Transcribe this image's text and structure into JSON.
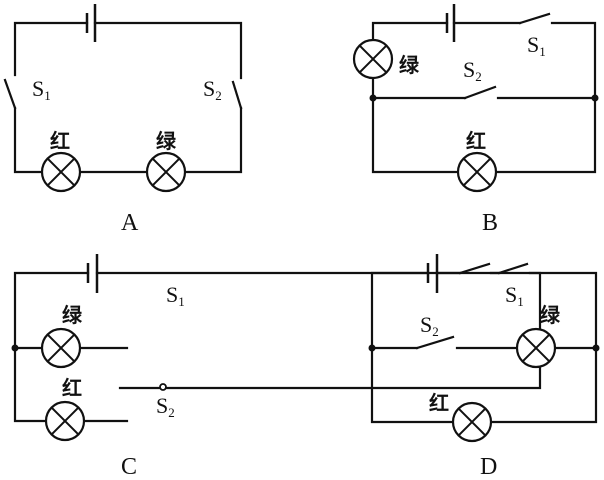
{
  "figure": {
    "description": "Four circuit diagrams with a battery, two switches and a red and green lamp",
    "panels": [
      {
        "id": "A",
        "caption": "A",
        "red_lamp": "红",
        "green_lamp": "绿",
        "switch1": {
          "letter": "S",
          "sub": "1"
        },
        "switch2": {
          "letter": "S",
          "sub": "2"
        }
      },
      {
        "id": "B",
        "caption": "B",
        "red_lamp": "红",
        "green_lamp": "绿",
        "switch1": {
          "letter": "S",
          "sub": "1"
        },
        "switch2": {
          "letter": "S",
          "sub": "2"
        }
      },
      {
        "id": "C",
        "caption": "C",
        "red_lamp": "红",
        "green_lamp": "绿",
        "switch1": {
          "letter": "S",
          "sub": "1"
        },
        "switch2": {
          "letter": "S",
          "sub": "2"
        }
      },
      {
        "id": "D",
        "caption": "D",
        "red_lamp": "红",
        "green_lamp": "绿",
        "switch1": {
          "letter": "S",
          "sub": "1"
        },
        "switch2": {
          "letter": "S",
          "sub": "2"
        }
      }
    ]
  }
}
